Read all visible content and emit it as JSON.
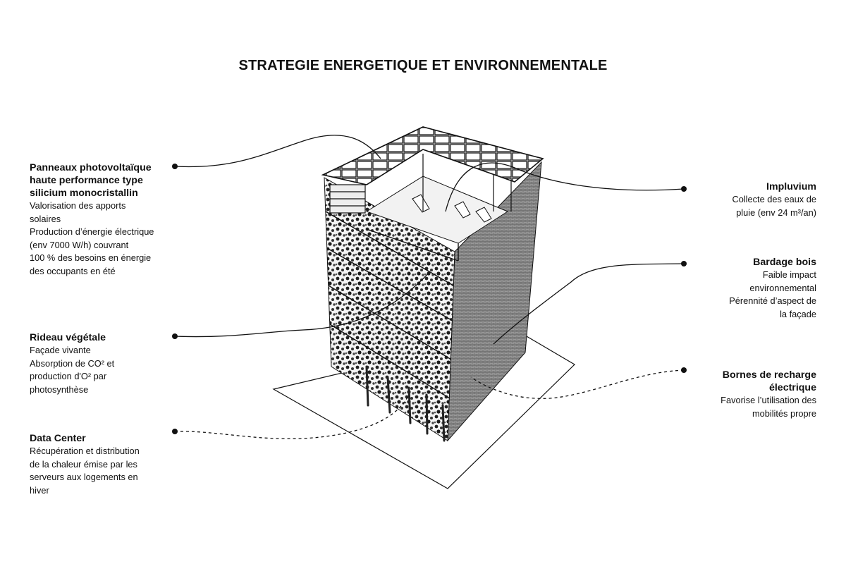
{
  "title": "STRATEGIE ENERGETIQUE ET ENVIRONNEMENTALE",
  "annotations": {
    "panneaux": {
      "heading": [
        "Panneaux photovoltaïque",
        "haute performance type",
        "silicium monocristallin"
      ],
      "body": [
        "Valorisation des apports",
        "solaires",
        "Production d’énergie électrique",
        "(env 7000 W/h) couvrant",
        "100 % des besoins en énergie",
        "des occupants en été"
      ]
    },
    "rideau": {
      "heading": [
        "Rideau végétale"
      ],
      "body": [
        "Façade vivante",
        "Absorption de CO² et",
        "production d'O² par",
        "photosynthèse"
      ]
    },
    "datacenter": {
      "heading": [
        "Data Center"
      ],
      "body": [
        "Récupération et distribution",
        "de la chaleur émise par les",
        "serveurs aux logements en",
        "hiver"
      ]
    },
    "impluvium": {
      "heading": [
        "Impluvium"
      ],
      "body": [
        "Collecte des eaux de",
        "pluie (env 24 m³/an)"
      ]
    },
    "bardage": {
      "heading": [
        "Bardage bois"
      ],
      "body": [
        "Faible impact",
        "environnemental",
        "Pérennité d’aspect de",
        "la façade"
      ]
    },
    "bornes": {
      "heading": [
        "Bornes de recharge",
        "électrique"
      ],
      "body": [
        "Favorise l’utilisation des",
        "mobilités propre"
      ]
    }
  },
  "colors": {
    "ink": "#111111",
    "vegetation": "#2a2a2a",
    "cladding": "#7a7a7a",
    "panel": "#d8d8d8"
  }
}
